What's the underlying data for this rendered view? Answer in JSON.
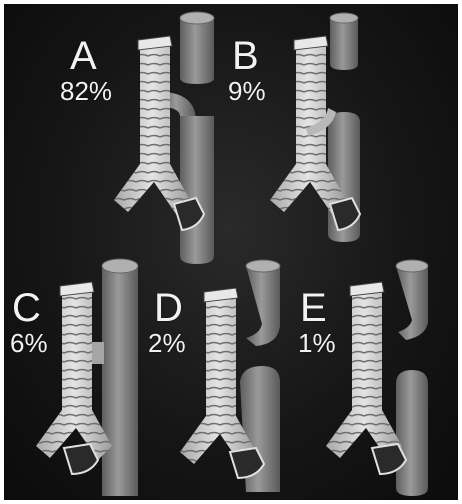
{
  "panels": [
    {
      "letter": "A",
      "percent": "82%"
    },
    {
      "letter": "B",
      "percent": "9%"
    },
    {
      "letter": "C",
      "percent": "6%"
    },
    {
      "letter": "D",
      "percent": "2%"
    },
    {
      "letter": "E",
      "percent": "1%"
    }
  ],
  "colors": {
    "background": "#141414",
    "trachea": "#cfcfcf",
    "esophagus": "#8a8a8a",
    "label": "#f2f2f2"
  }
}
